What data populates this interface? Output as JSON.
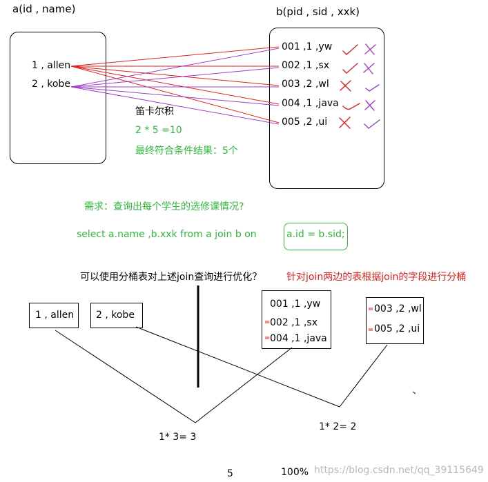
{
  "top": {
    "table_a_title": "a(id , name)",
    "table_b_title": "b(pid , sid , xxk)",
    "a_rows": [
      "1 , allen",
      "2 , kobe"
    ],
    "b_rows": [
      "001 ,1 ,yw",
      "002 ,1 ,sx",
      "003 ,2 ,wl",
      "004 ,1 ,java",
      "005 ,2 ,ui"
    ],
    "cartesian_label": "笛卡尔积",
    "cartesian_calc": "2 * 5 =10",
    "final_result": "最终符合条件结果：5个"
  },
  "query": {
    "requirement": "需求：查询出每个学生的选修课情况?",
    "sql_prefix": "select  a.name ,b.xxk     from     a join b on",
    "sql_condition": "a.id = b.sid;"
  },
  "bucket": {
    "question": "可以使用分桶表对上述join查询进行优化？",
    "answer": "针对join两边的表根据join的字段进行分桶",
    "a_bucket_1": "1 , allen",
    "a_bucket_2": "2 , kobe",
    "b_bucket_1": [
      "001 ,1 ,yw",
      "002 ,1 ,sx",
      "004 ,1 ,java"
    ],
    "b_bucket_2": [
      "003 ,2 ,wl",
      "005 ,2 ,ui"
    ],
    "calc_1": "1* 3= 3",
    "calc_2": "1* 2= 2",
    "total": "5",
    "percent": "100%"
  },
  "watermark": "https://blog.csdn.net/qq_39115649",
  "colors": {
    "green": "#2fb83a",
    "red": "#e0201c",
    "purple": "#9b3dc8"
  }
}
